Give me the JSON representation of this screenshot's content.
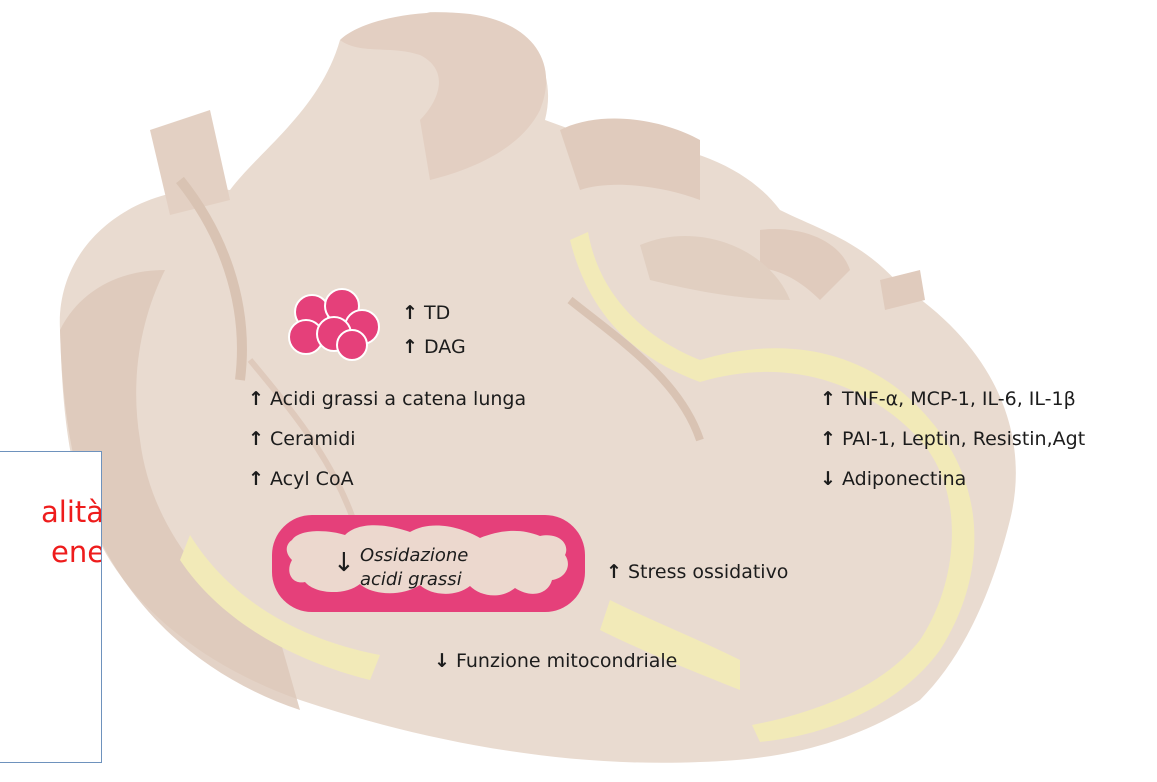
{
  "side_text": {
    "line1": "alità",
    "line2": "ene"
  },
  "lipids": {
    "td": "TD",
    "dag": "DAG",
    "td_arrow": "up-arrow",
    "dag_arrow": "up-arrow"
  },
  "left_labels": [
    {
      "arrow": "up-arrow",
      "text": "Acidi grassi a catena lunga"
    },
    {
      "arrow": "up-arrow",
      "text": "Ceramidi"
    },
    {
      "arrow": "up-arrow",
      "text": "Acyl CoA"
    }
  ],
  "right_labels": [
    {
      "arrow": "up-arrow",
      "text": "TNF-α, MCP-1, IL-6, IL-1β"
    },
    {
      "arrow": "up-arrow",
      "text": "PAI-1, Leptin, Resistin,Agt"
    },
    {
      "arrow": "down-arrow",
      "text": "Adiponectina"
    }
  ],
  "mitochondrion": {
    "line1": "Ossidazione",
    "line2": "acidi grassi",
    "arrow": "down-arrow"
  },
  "stress": {
    "arrow": "up-arrow",
    "text": "Stress ossidativo"
  },
  "function": {
    "arrow": "down-arrow",
    "text": "Funzione mitocondriale"
  },
  "colors": {
    "heart": "#e9dbd0",
    "heart_shade": "#dcc7b8",
    "fat": "#f2eab8",
    "accent_pink": "#e5407a",
    "mito_inner": "#ecd8ce",
    "text": "#1c1c1c",
    "side_text": "#ee1c1c",
    "box_border": "#6e92bd"
  }
}
